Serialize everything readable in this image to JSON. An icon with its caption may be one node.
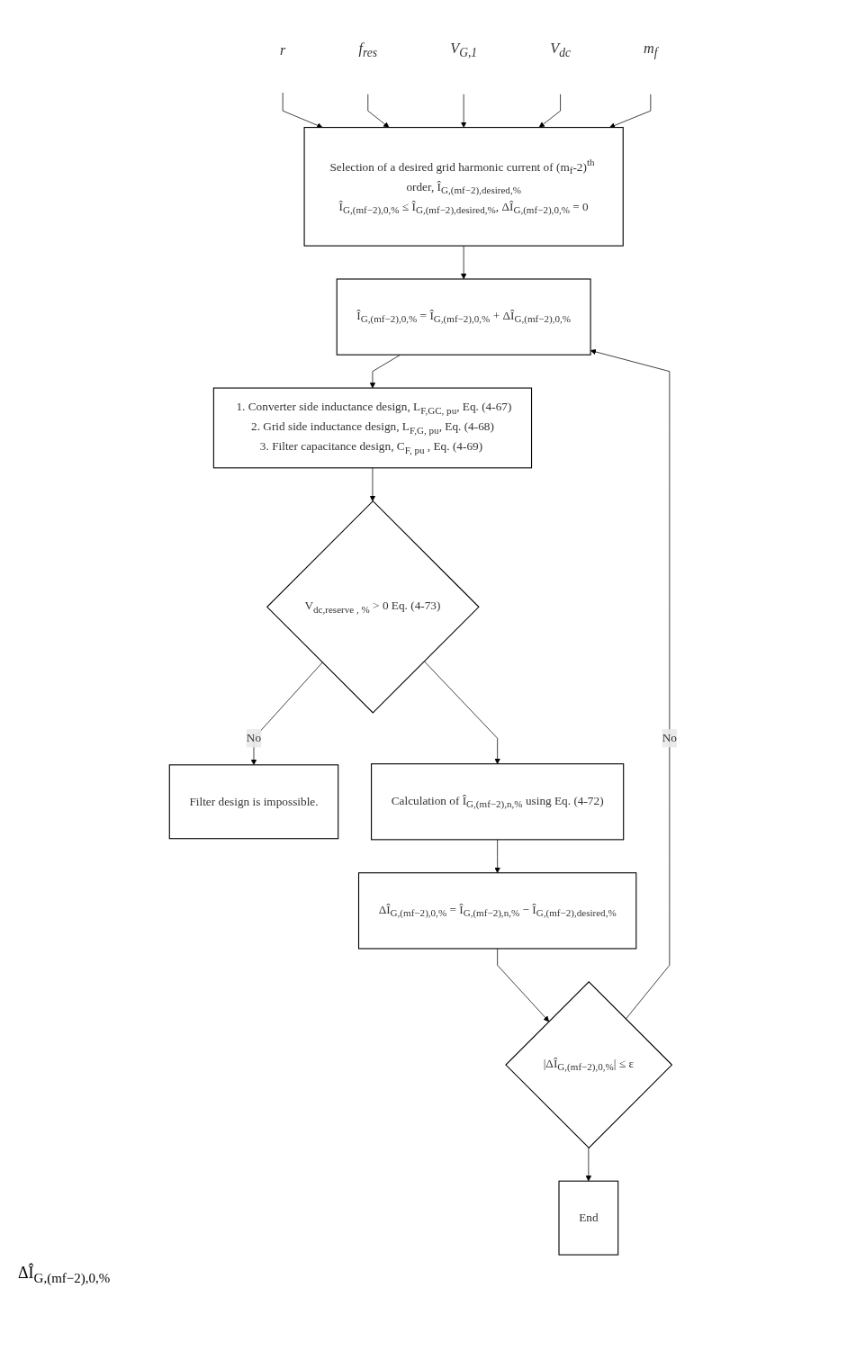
{
  "diagram": {
    "nodes": [
      {
        "text": [
          "r"
        ]
      },
      {
        "text": [
          "f$_{res}$"
        ]
      },
      {
        "text": [
          "V$_{G,1}$"
        ]
      },
      {
        "text": [
          "V$_{dc}$"
        ]
      },
      {
        "text": [
          "m$_{f}$"
        ]
      },
      {
        "text": [
          "Selection of a desired grid harmonic current of (m$_{f}$-2)$^{th}$ order, Î$_{G,(mf−2),desired,%}$",
          "Î$_{G,(mf−2),0,%}$ ≤ Î$_{G,(mf−2),desired,%}$, ΔÎ$_{G,(mf−2),0,%}$ = 0"
        ]
      },
      {
        "text": [
          "Î$_{G,(mf−2),0,%}$ = Î$_{G,(mf−2),0,%}$ + ΔÎ$_{G,(mf−2),0,%}$"
        ]
      },
      {
        "text": [
          "1. Converter side inductance design, L$_{F,GC, pu}$, Eq. (4-67)",
          "2. Grid side inductance design, L$_{F,G, pu}$, Eq. (4-68)",
          "3. Filter capacitance design, C$_{F, pu}$ , Eq. (4-69)"
        ]
      },
      {
        "text": [
          "V$_{dc,reserve , %}$ > 0 Eq. (4-73)"
        ]
      },
      {
        "text": [
          "Filter design is impossible."
        ]
      },
      {
        "text": [
          "Calculation of Î$_{G,(mf−2),n,%}$ using Eq. (4-72)"
        ]
      },
      {
        "text": [
          "ΔÎ$_{G,(mf−2),0,%}$ = Î$_{G,(mf−2),n,%}$ − Î$_{G,(mf−2),desired,%}$"
        ]
      },
      {
        "text": [
          "|ΔÎ$_{G,(mf−2),0,%}$| ≤ ε"
        ]
      },
      {
        "text": [
          "End"
        ]
      }
    ],
    "edges": [
      {
        "from": 0,
        "to": 5,
        "arrow": "to"
      },
      {
        "from": 1,
        "to": 5,
        "arrow": "to"
      },
      {
        "from": 2,
        "to": 5,
        "arrow": "to"
      },
      {
        "from": 3,
        "to": 5,
        "arrow": "to"
      },
      {
        "from": 4,
        "to": 5,
        "arrow": "to"
      },
      {
        "from": 5,
        "to": 6,
        "arrow": "to"
      },
      {
        "from": 6,
        "to": 7,
        "arrow": "to"
      },
      {
        "from": 7,
        "to": 8,
        "arrow": "to"
      },
      {
        "from": 8,
        "to": 9,
        "arrow": "to",
        "label": "No"
      },
      {
        "from": 8,
        "to": 10,
        "arrow": "to"
      },
      {
        "from": 10,
        "to": 11,
        "arrow": "to"
      },
      {
        "from": 11,
        "to": 12,
        "arrow": "to"
      },
      {
        "from": 12,
        "to": 13,
        "arrow": "to"
      },
      {
        "from": 12,
        "to": 6,
        "arrow": "to",
        "label": "No"
      }
    ],
    "labels": [
      "ΔÎ$_{G,(mf−2),0,%}$"
    ]
  }
}
